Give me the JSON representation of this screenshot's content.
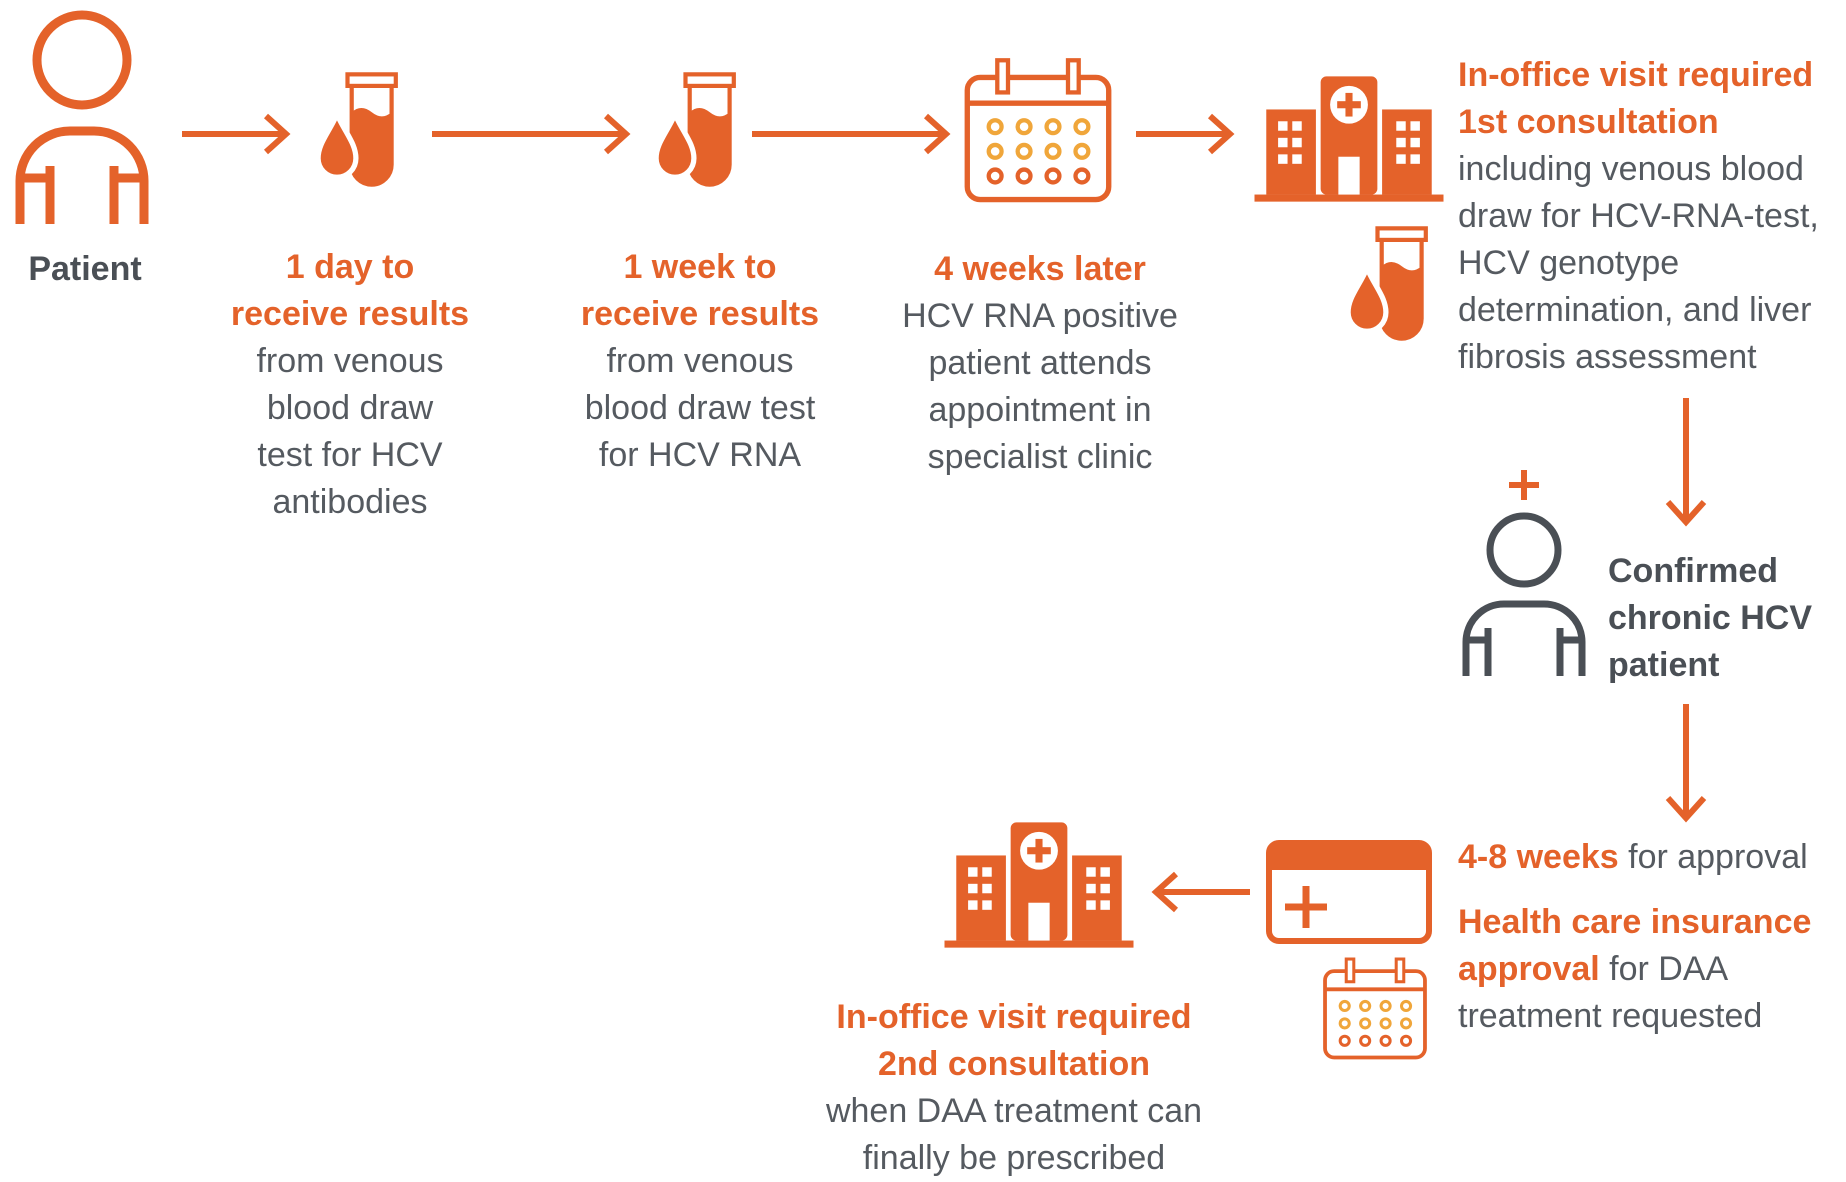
{
  "colors": {
    "accent": "#e4622a",
    "light_accent": "#f0a63a",
    "text_gray": "#555a60",
    "text_dark": "#4a4f55"
  },
  "icons": {
    "patient": "person-icon",
    "test_tube": "blood-test-tube-icon",
    "calendar": "calendar-icon",
    "hospital": "hospital-icon",
    "doctor": "doctor-icon",
    "insurance_card": "insurance-card-icon",
    "arrow": "arrow-icon"
  },
  "patient": {
    "label": "Patient"
  },
  "step1": {
    "title_1": "1 day to",
    "title_2": "receive results",
    "body": [
      "from venous",
      "blood draw",
      "test for HCV",
      "antibodies"
    ]
  },
  "step2": {
    "title_1": "1 week to",
    "title_2": "receive results",
    "body": [
      "from venous",
      "blood draw test",
      "for HCV RNA"
    ]
  },
  "step3": {
    "title": "4 weeks later",
    "body": [
      "HCV RNA positive",
      "patient attends",
      "appointment in",
      "specialist clinic"
    ]
  },
  "step4": {
    "title_1": "In-office visit required",
    "title_2": "1st consultation",
    "body": [
      "including venous blood",
      "draw for HCV-RNA-test,",
      "HCV genotype",
      "determination, and liver",
      "fibrosis assessment"
    ]
  },
  "step5": {
    "title": [
      "Confirmed",
      "chronic HCV",
      "patient"
    ]
  },
  "step6": {
    "duration": "4-8 weeks",
    "duration_suffix": " for approval",
    "title_1": "Health care insurance",
    "title_2": "approval",
    "title_2_suffix": " for DAA",
    "body": "treatment requested"
  },
  "step7": {
    "title_1": "In-office visit required",
    "title_2": "2nd consultation",
    "body": [
      "when DAA treatment can",
      "finally be prescribed"
    ]
  }
}
